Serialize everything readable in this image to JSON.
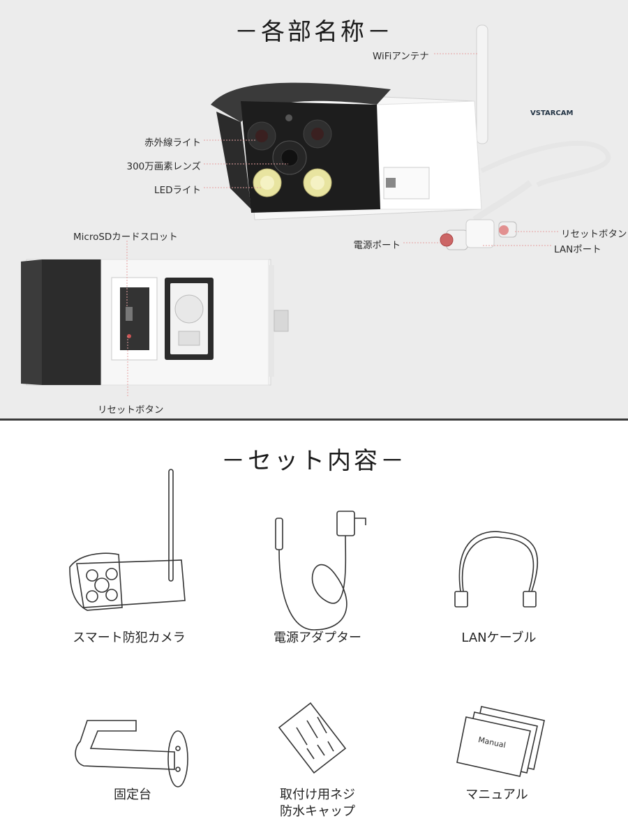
{
  "parts_section": {
    "title": "－各部名称－",
    "labels": {
      "wifi_antenna": "WiFiアンテナ",
      "ir_light": "赤外線ライト",
      "lens": "300万画素レンズ",
      "led_light": "LEDライト",
      "reset_button_cable": "リセットボタン",
      "power_port": "電源ポート",
      "lan_port": "LANポート",
      "microsd_slot": "MicroSDカードスロット",
      "reset_button_body": "リセットボタン"
    },
    "brand_logo": "VSTARCAM"
  },
  "contents_section": {
    "title": "－セット内容－",
    "items": [
      {
        "label": "スマート防犯カメラ",
        "icon": "camera-icon"
      },
      {
        "label": "電源アダプター",
        "icon": "power-adapter-icon"
      },
      {
        "label": "LANケーブル",
        "icon": "lan-cable-icon"
      },
      {
        "label": "固定台",
        "icon": "mount-bracket-icon"
      },
      {
        "label_line1": "取付け用ネジ",
        "label_line2": "防水キャップ",
        "icon": "screws-icon"
      },
      {
        "label": "マニュアル",
        "icon": "manual-icon",
        "manual_text": "Manual"
      }
    ]
  },
  "colors": {
    "top_bg": "#ececec",
    "divider": "#3a3a3a",
    "leader": "#e6a0a0"
  }
}
